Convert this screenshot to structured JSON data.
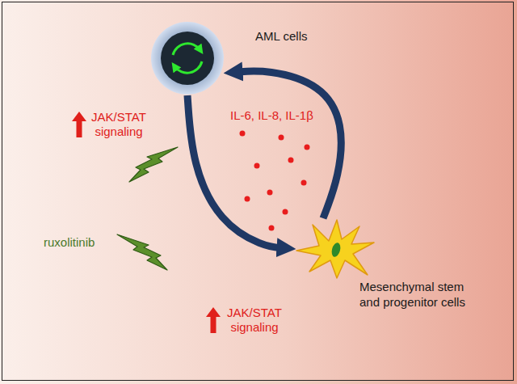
{
  "diagram": {
    "nodes": [
      {
        "text": [
          "AML cells"
        ]
      },
      {
        "text": [
          "Mesenchymal stem and progenitor cells"
        ]
      }
    ],
    "edges": [
      {
        "from": 0,
        "to": 1,
        "arrow": "to"
      },
      {
        "from": 1,
        "to": 0,
        "arrow": "to"
      }
    ],
    "labels": [
      "JAK/STAT signaling",
      "IL-6, IL-8, IL-1β",
      "ruxolitinib",
      "JAK/STAT signaling"
    ]
  }
}
